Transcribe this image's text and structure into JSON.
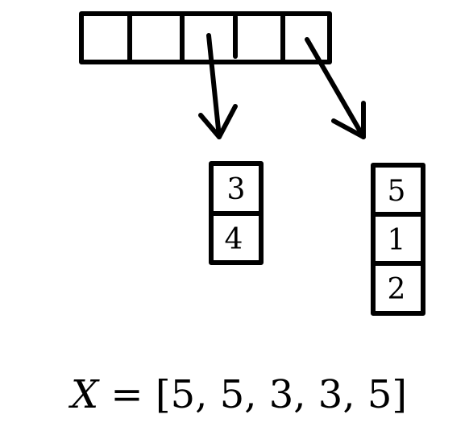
{
  "array": {
    "num_cells": 5
  },
  "bucket_left": {
    "values": [
      "3",
      "4"
    ]
  },
  "bucket_right": {
    "values": [
      "5",
      "1",
      "2"
    ]
  },
  "equation": {
    "variable": "X",
    "rest": " = [5, 5, 3, 3, 5]"
  }
}
